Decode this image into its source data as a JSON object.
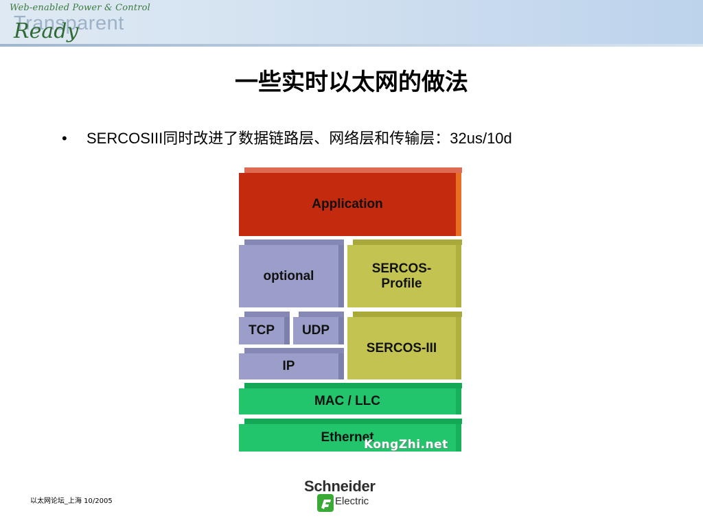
{
  "header": {
    "tagline": "Web-enabled Power & Control",
    "brand_line1": "Transparent",
    "brand_line2": "Ready"
  },
  "slide": {
    "title": "一些实时以太网的做法",
    "bullet_symbol": "•",
    "bullet_text": "SERCOSIII同时改进了数据链路层、网络层和传输层：32us/10d"
  },
  "diagram": {
    "layers": {
      "application": "Application",
      "optional": "optional",
      "sercos_profile_line1": "SERCOS-",
      "sercos_profile_line2": "Profile",
      "tcp": "TCP",
      "udp": "UDP",
      "ip": "IP",
      "sercos_iii": "SERCOS-III",
      "mac_llc": "MAC / LLC",
      "ethernet": "Ethernet"
    },
    "watermark": "KongZhi.net"
  },
  "footer": {
    "text": "以太网论坛_上海  10/2005",
    "logo_name": "Schneider",
    "logo_sub": "Electric"
  },
  "colors": {
    "application": "#c42a0d",
    "optional_stack": "#9b9ec9",
    "sercos": "#c3c352",
    "mac_ethernet": "#22c46c"
  }
}
